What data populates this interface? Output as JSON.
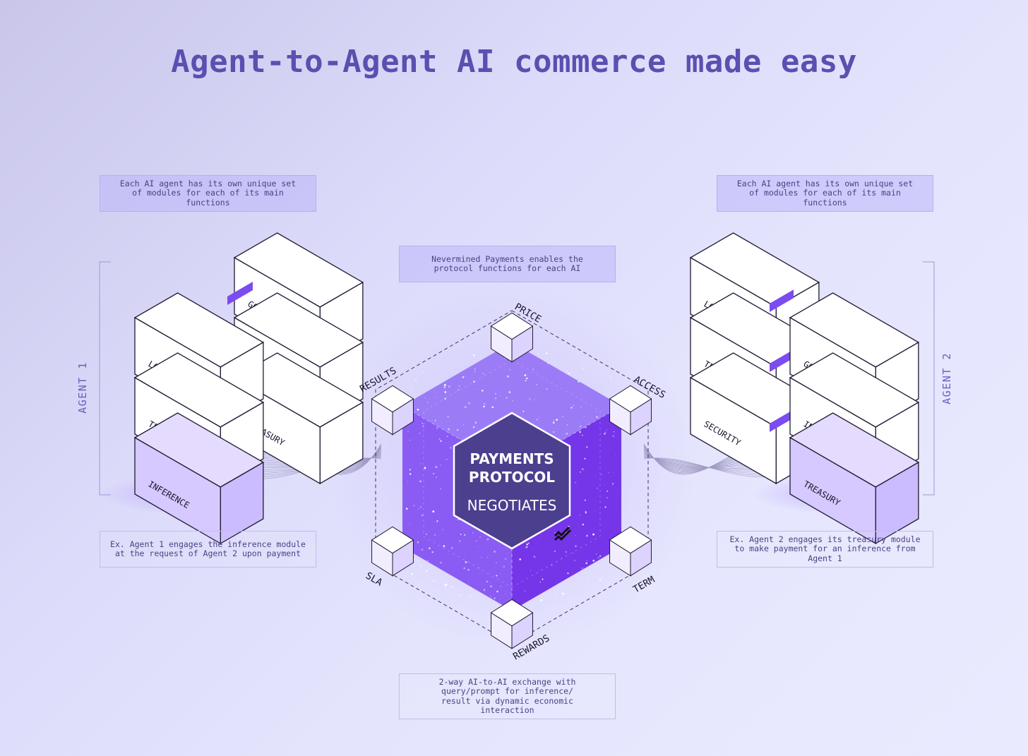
{
  "title": "Agent-to-Agent AI commerce made easy",
  "notes": {
    "left_top": "Each AI agent has its own unique set\nof modules for each of its main\nfunctions",
    "right_top": "Each AI agent has its own unique set\nof modules for each of its main\nfunctions",
    "center_top": "Nevermined Payments enables the\nprotocol functions for each AI",
    "left_bottom": "Ex. Agent 1 engages the inference module\nat the request of Agent 2 upon payment",
    "right_bottom": "Ex. Agent 2 engages its treasury module\nto make payment for an inference from\nAgent 1",
    "center_bottom": "2-way AI-to-AI exchange with\nquery/prompt for inference/\nresult via dynamic economic\ninteraction"
  },
  "agents": {
    "left_label": "AGENT 1",
    "right_label": "AGENT 2"
  },
  "modules": {
    "logic": "LOGIC",
    "governance": "GOVERNANCE",
    "security": "SECURITY",
    "technology": "TECHNOLOGY",
    "treasury": "TREASURY",
    "inference": "INFERENCE"
  },
  "center": {
    "line1": "PAYMENTS",
    "line2": "PROTOCOL",
    "line3": "NEGOTIATES"
  },
  "corners": {
    "price": "PRICE",
    "access": "ACCESS",
    "term": "TERM",
    "rewards": "REWARDS",
    "sla": "SLA",
    "results": "RESULTS"
  },
  "colors": {
    "title": "#5b4fb0",
    "accent": "#7b4cf0",
    "highlight_block": "#d6c9ff",
    "hex": "#4b3f8e",
    "cube_left": "#8b5cf6",
    "cube_right": "#7c3aed",
    "cube_top": "#9d7af8"
  }
}
